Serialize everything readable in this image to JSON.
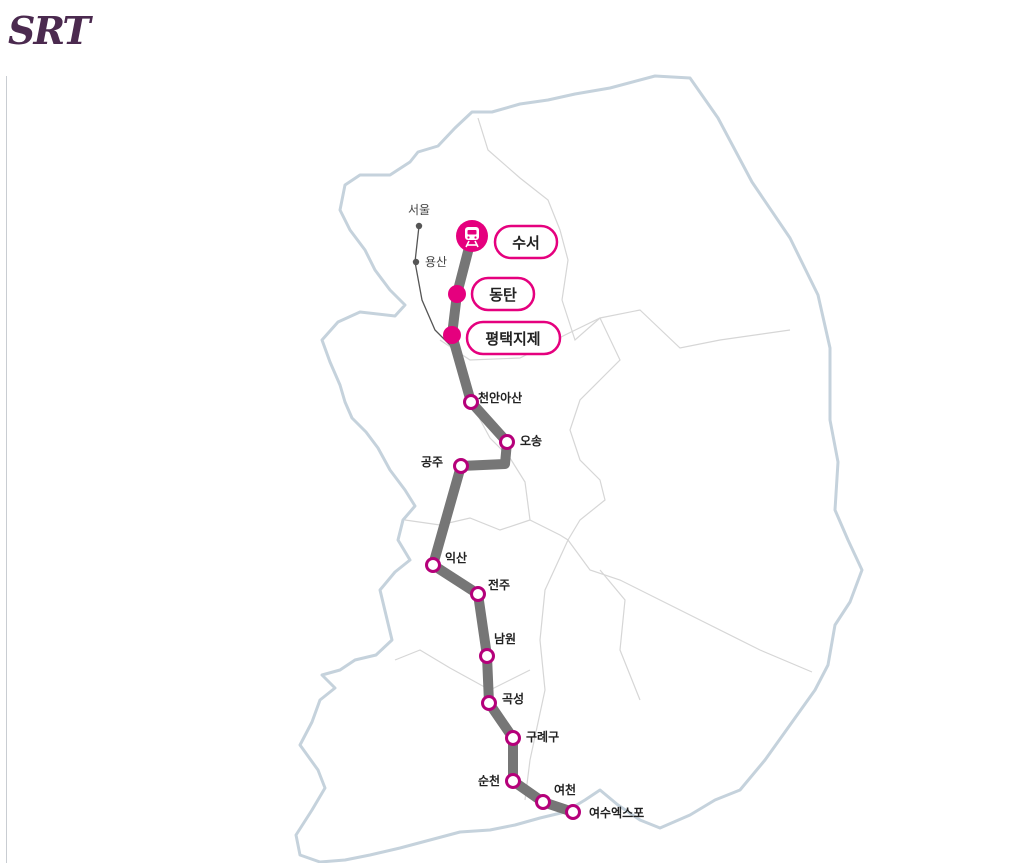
{
  "brand": {
    "name": "SRT",
    "color": "#4b2a4f"
  },
  "colors": {
    "accent": "#e5007e",
    "route": "#767676",
    "station_ring": "#b5007a",
    "coast": "#c5d2dc",
    "border": "#d6d6d6",
    "branch": "#555555"
  },
  "branch_stations": [
    {
      "id": "seoul",
      "name": "서울"
    },
    {
      "id": "yongsan",
      "name": "용산"
    }
  ],
  "main_stations": [
    {
      "id": "suseo",
      "name": "수서"
    },
    {
      "id": "dongtan",
      "name": "동탄"
    },
    {
      "id": "pyeongtaek",
      "name": "평택지제"
    }
  ],
  "stations": [
    {
      "id": "cheonan",
      "name": "천안아산"
    },
    {
      "id": "osong",
      "name": "오송"
    },
    {
      "id": "gongju",
      "name": "공주"
    },
    {
      "id": "iksan",
      "name": "익산"
    },
    {
      "id": "jeonju",
      "name": "전주"
    },
    {
      "id": "namwon",
      "name": "남원"
    },
    {
      "id": "gokseong",
      "name": "곡성"
    },
    {
      "id": "guryegu",
      "name": "구례구"
    },
    {
      "id": "suncheon",
      "name": "순천"
    },
    {
      "id": "yeocheon",
      "name": "여천"
    },
    {
      "id": "yeosu",
      "name": "여수엑스포"
    }
  ],
  "icons": {
    "start": "train-icon"
  }
}
